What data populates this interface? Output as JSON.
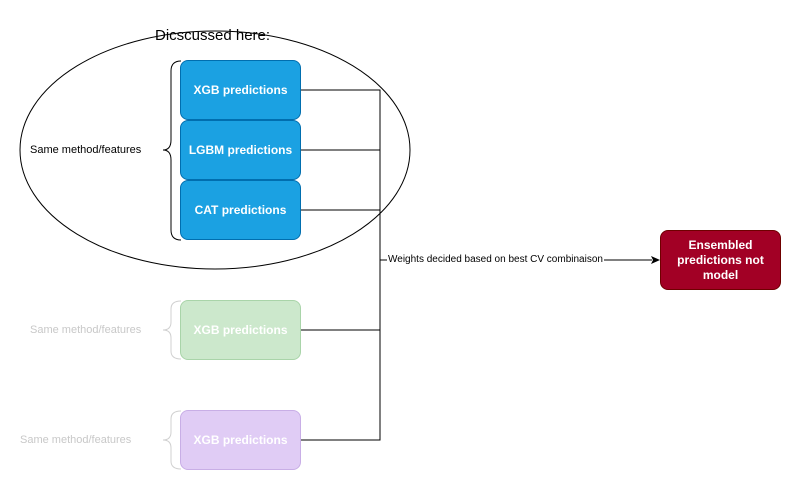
{
  "diagram": {
    "group_title": "Dicscussed here:",
    "groups": [
      {
        "label": "Same method/features",
        "boxes": [
          "XGB predictions",
          "LGBM predictions",
          "CAT predictions"
        ]
      },
      {
        "label": "Same method/features",
        "boxes": [
          "XGB predictions"
        ]
      },
      {
        "label": "Same method/features",
        "boxes": [
          "XGB predictions"
        ]
      }
    ],
    "edge_label": "Weights decided based on best CV combinaison",
    "output_box": "Ensembled predictions not model",
    "colors": {
      "blue": "#1ba1e2",
      "green": "#cce8cc",
      "purple": "#e0ccf5",
      "red": "#a20025"
    }
  }
}
